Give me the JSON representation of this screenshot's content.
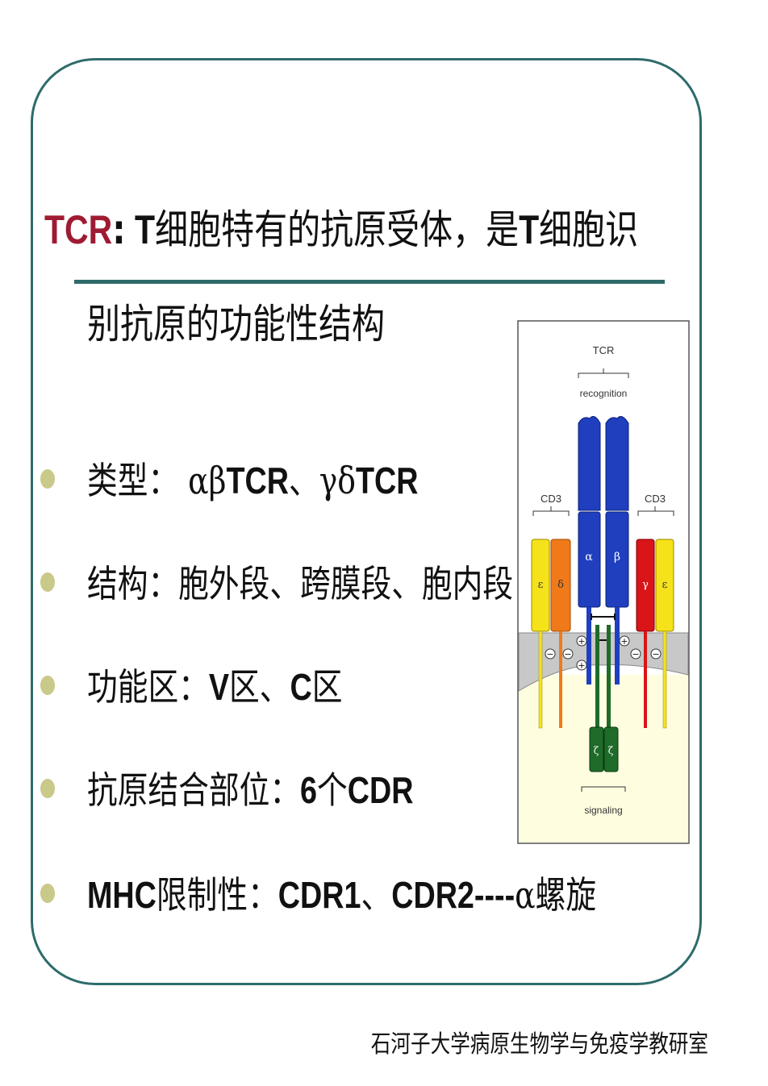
{
  "title": {
    "tcr": "TCR",
    "colon": ":",
    "part1_bold": " T",
    "part1": "细胞特有的抗原受体，是",
    "part2_bold": "T",
    "part2": "细胞识",
    "line2": "别抗原的功能性结构"
  },
  "bullets": [
    {
      "label": "类型：",
      "greek1": "αβ",
      "b1": "TCR",
      "sep": "、",
      "greek2": "γδ",
      "b2": "TCR"
    },
    {
      "label": "结构：胞外段、跨膜段、胞内段"
    },
    {
      "label": "功能区：",
      "b1": "V",
      "t1": "区、",
      "b2": "C",
      "t2": "区"
    },
    {
      "label": "抗原结合部位：",
      "b1": "6",
      "t1": "个",
      "b2": "CDR"
    },
    {
      "b0": "MHC",
      "label": "限制性：",
      "b1": "CDR1",
      "t1": "、",
      "b2": "CDR2----",
      "greek": "α",
      "t2": "螺旋"
    }
  ],
  "diagram": {
    "tcr_label": "TCR",
    "recognition_label": "recognition",
    "cd3_left": "CD3",
    "cd3_right": "CD3",
    "alpha": "α",
    "beta": "β",
    "epsilon_left": "ε",
    "delta": "δ",
    "gamma": "γ",
    "epsilon_right": "ε",
    "zeta1": "ζ",
    "zeta2": "ζ",
    "signaling_label": "signaling",
    "colors": {
      "tcr_chain": "#1f3fbf",
      "cd3_yellow": "#f5e21a",
      "cd3_orange": "#f07a1a",
      "cd3_red": "#d9151a",
      "zeta_green": "#1f6b2a",
      "membrane": "#c8c8c8"
    }
  },
  "footer": "石河子大学病原生物学与免疫学教研室"
}
